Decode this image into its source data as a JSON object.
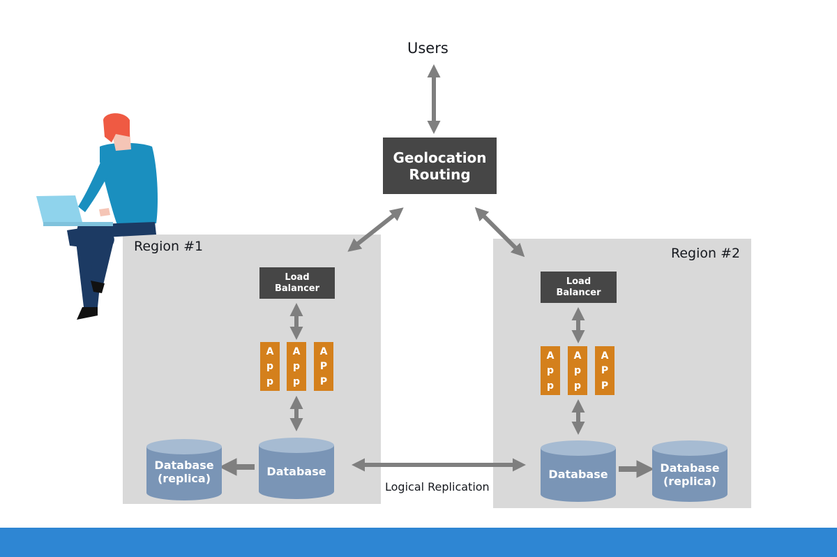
{
  "users_label": "Users",
  "geo_routing_label": "Geolocation\nRouting",
  "regions": [
    {
      "title": "Region #1",
      "load_balancer": "Load\nBalancer",
      "apps": [
        [
          "A",
          "p",
          "p"
        ],
        [
          "A",
          "p",
          "p"
        ],
        [
          "A",
          "P",
          "P"
        ]
      ],
      "database": "Database",
      "replica": "Database\n(replica)"
    },
    {
      "title": "Region #2",
      "load_balancer": "Load\nBalancer",
      "apps": [
        [
          "A",
          "p",
          "p"
        ],
        [
          "A",
          "p",
          "p"
        ],
        [
          "A",
          "P",
          "P"
        ]
      ],
      "database": "Database",
      "replica": "Database\n(replica)"
    }
  ],
  "replication_label": "Logical Replication",
  "colors": {
    "region_bg": "#d9d9d9",
    "dark_box": "#464646",
    "app_orange": "#d4801c",
    "db_blue": "#7a95b6",
    "arrow_gray": "#7f7f7f",
    "footer_blue": "#2e86d3"
  }
}
